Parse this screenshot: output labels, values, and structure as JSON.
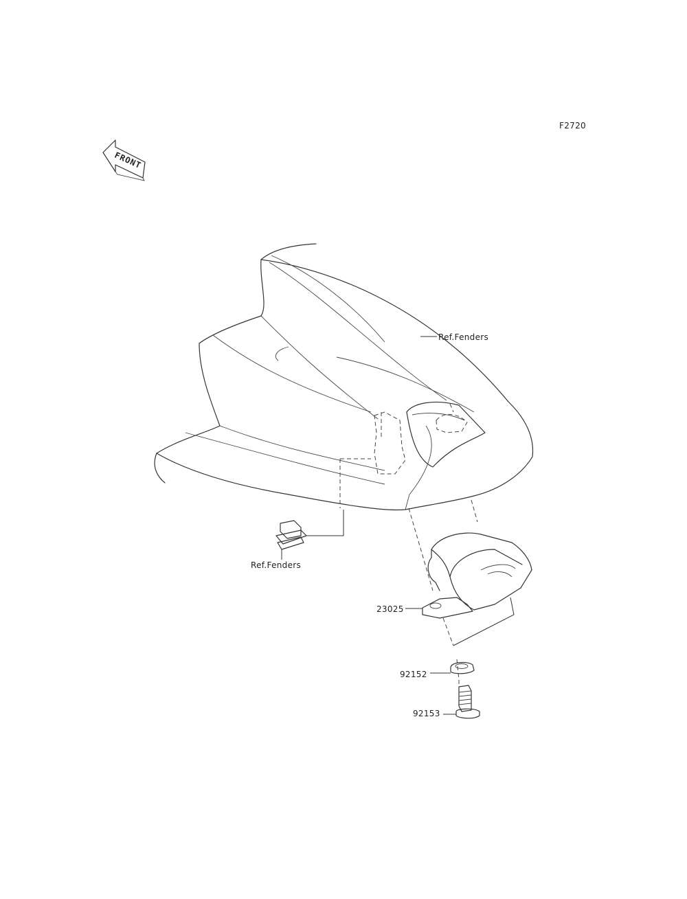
{
  "figure_code": "F2720",
  "front_marker": {
    "text": "FRONT"
  },
  "labels": {
    "ref_fenders_top": "Ref.Fenders",
    "ref_fenders_left": "Ref.Fenders",
    "part_23025": "23025",
    "part_92152": "92152",
    "part_92153": "92153"
  }
}
